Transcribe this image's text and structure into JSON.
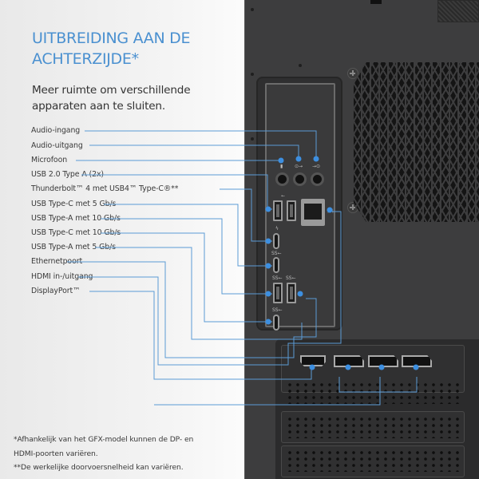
{
  "header": {
    "title_line1": "UITBREIDING AAN DE",
    "title_line2": "ACHTERZIJDE*",
    "subtitle_line1": "Meer ruimte om verschillende",
    "subtitle_line2": "apparaten aan te sluiten."
  },
  "ports": [
    {
      "label": "Audio-ingang"
    },
    {
      "label": "Audio-uitgang"
    },
    {
      "label": "Microfoon"
    },
    {
      "label": "USB 2.0 Type A (2x)"
    },
    {
      "label": "Thunderbolt™ 4 met USB4™ Type-C®**"
    },
    {
      "label": "USB Type-C met 5 Gb/s"
    },
    {
      "label": "USB Type-A met 10 Gb/s"
    },
    {
      "label": "USB Type-C met 10 Gb/s"
    },
    {
      "label": "USB Type-A met 5 Gb/s"
    },
    {
      "label": "Ethernetpoort"
    },
    {
      "label": "HDMI in-/uitgang"
    },
    {
      "label": "DisplayPort™"
    }
  ],
  "footnotes": {
    "line1": "*Afhankelijk van het GFX-model kunnen de DP- en",
    "line2": "HDMI-poorten variëren.",
    "line3": "**De werkelijke doorvoersnelheid kan variëren."
  },
  "colors": {
    "accent": "#4a90d0",
    "callout_line": "#5b9bd5",
    "callout_dot": "#3d8fe0",
    "chassis": "#3d3d3e"
  },
  "icons": {
    "mic": "microphone-icon",
    "line_out": "line-out-icon",
    "line_in": "line-in-icon",
    "usb": "usb-icon",
    "thunderbolt": "thunderbolt-icon",
    "ss_usb": "superspeed-usb-icon",
    "ethernet": "ethernet-icon"
  }
}
